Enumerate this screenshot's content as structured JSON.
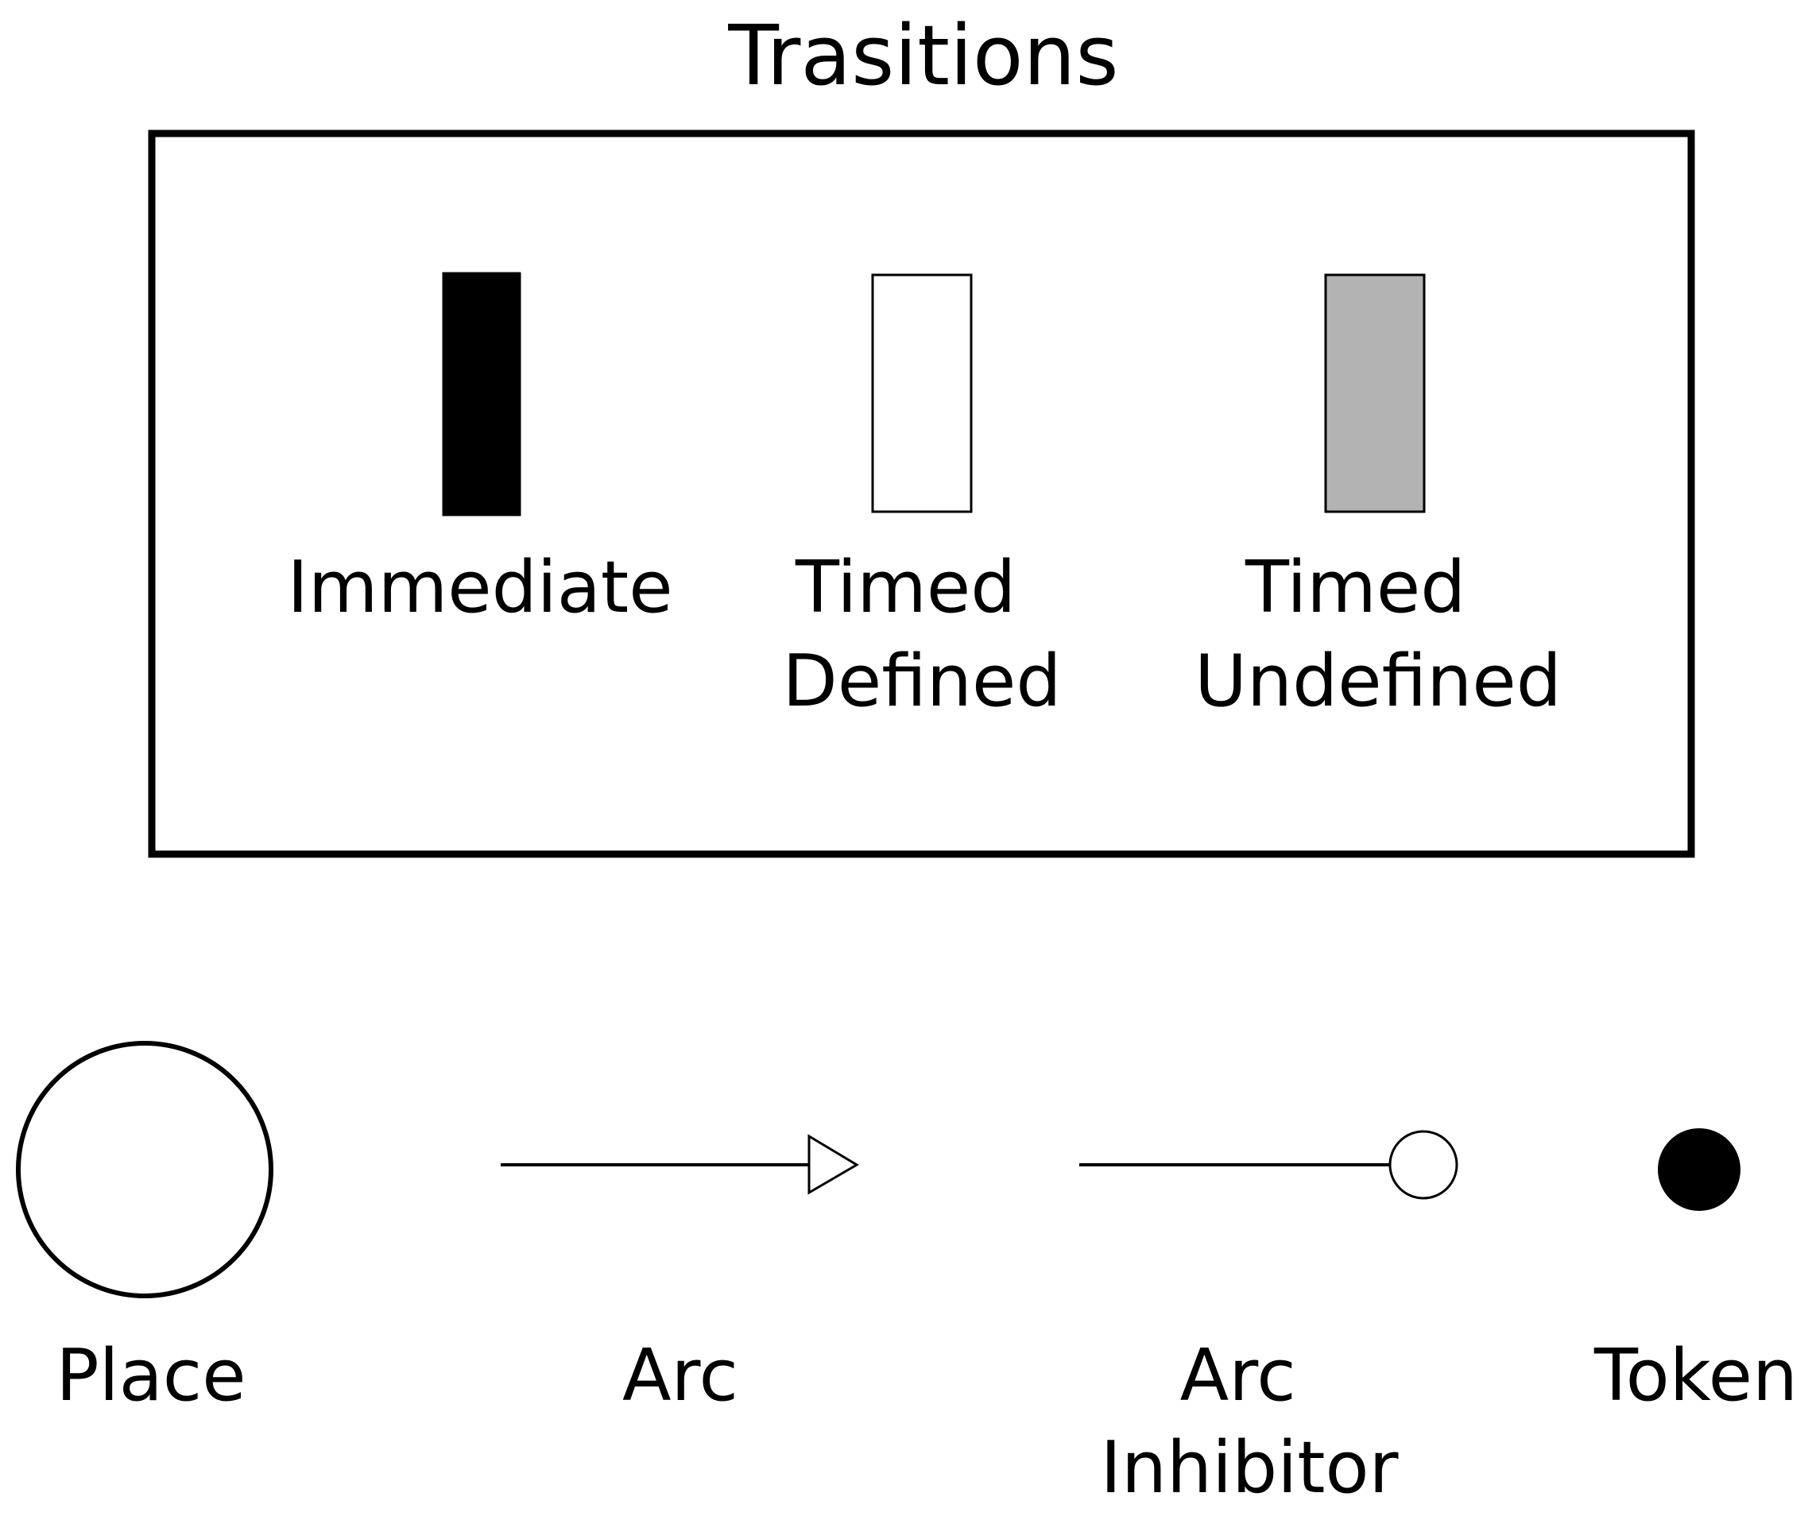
{
  "title": "Trasitions",
  "colors": {
    "stroke": "#000000",
    "immediate_fill": "#000000",
    "timed_defined_fill": "#ffffff",
    "timed_undefined_fill": "#b3b3b3",
    "token_fill": "#000000",
    "background": "#ffffff"
  },
  "transitions": [
    {
      "name": "immediate",
      "lines": [
        "Immediate"
      ]
    },
    {
      "name": "timed-defined",
      "lines": [
        "Timed",
        "Defined"
      ]
    },
    {
      "name": "timed-undefined",
      "lines": [
        "Timed",
        "Undefined"
      ]
    }
  ],
  "elements": [
    {
      "name": "place",
      "lines": [
        "Place"
      ]
    },
    {
      "name": "arc",
      "lines": [
        "Arc"
      ]
    },
    {
      "name": "arc-inhibitor",
      "lines": [
        "Arc",
        "Inhibitor"
      ]
    },
    {
      "name": "token",
      "lines": [
        "Token"
      ]
    }
  ]
}
